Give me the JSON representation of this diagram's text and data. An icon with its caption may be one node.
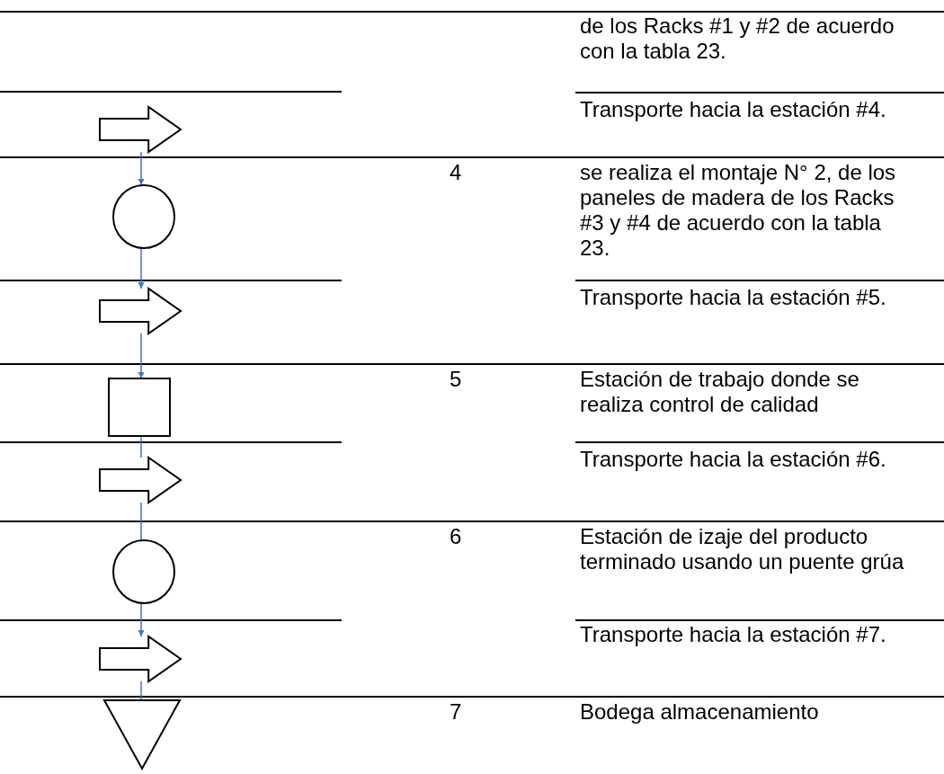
{
  "diagram": {
    "nodes": [
      {
        "text": [],
        "shape": "arrow"
      },
      {
        "text": [],
        "shape": "circle"
      },
      {
        "text": [],
        "shape": "arrow"
      },
      {
        "text": [],
        "shape": "box"
      },
      {
        "text": [],
        "shape": "arrow"
      },
      {
        "text": [],
        "shape": "circle"
      },
      {
        "text": [],
        "shape": "arrow"
      },
      {
        "text": [],
        "shape": "triangle"
      }
    ],
    "edges": [
      {
        "from": 0,
        "to": 1,
        "arrow": "to"
      },
      {
        "from": 1,
        "to": 2,
        "arrow": "to"
      },
      {
        "from": 2,
        "to": 3,
        "arrow": "to"
      },
      {
        "from": 3,
        "to": 4,
        "arrow": "none"
      },
      {
        "from": 4,
        "to": 5,
        "arrow": "none"
      },
      {
        "from": 5,
        "to": 6,
        "arrow": "to"
      },
      {
        "from": 6,
        "to": 7,
        "arrow": "none"
      }
    ],
    "labels": [
      "de los Racks #1 y #2 de acuerdo con la tabla 23.",
      "Transporte hacia la estación #4.",
      "4",
      "se realiza el montaje N° 2, de los paneles de madera de los Racks #3 y #4 de acuerdo con la tabla 23.",
      "Transporte hacia la estación #5.",
      "5",
      "Estación de trabajo donde se realiza control de calidad",
      "Transporte hacia la estación #6.",
      "6",
      "Estación de izaje del producto terminado usando un puente grúa",
      "Transporte hacia la estación #7.",
      "7",
      "Bodega almacenamiento"
    ]
  }
}
